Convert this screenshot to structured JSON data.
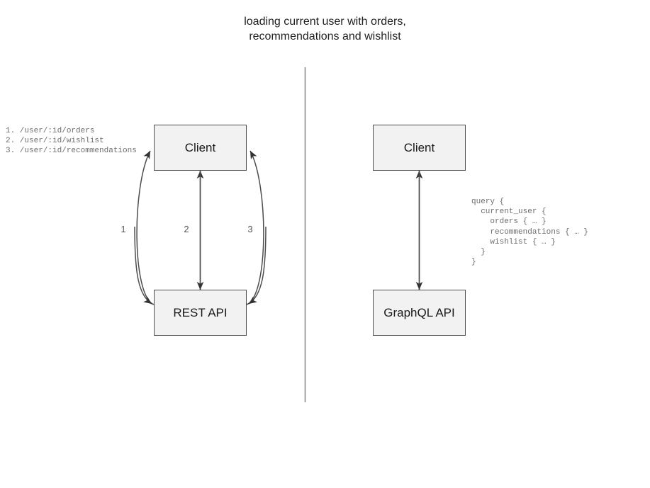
{
  "title": "loading current user with orders,\nrecommendations and wishlist",
  "divider": {
    "name": "vertical-divider",
    "color": "#8c8c8c"
  },
  "rest_side": {
    "client_label": "Client",
    "api_label": "REST API",
    "edge_labels": [
      "1",
      "2",
      "3"
    ],
    "endpoints": "1. /user/:id/orders\n2. /user/:id/wishlist\n3. /user/:id/recommendations"
  },
  "graphql_side": {
    "client_label": "Client",
    "api_label": "GraphQL API",
    "query": "query {\n  current_user {\n    orders { … }\n    recommendations { … }\n    wishlist { … }\n  }\n}"
  },
  "colors": {
    "node_fill": "#f2f2f2",
    "node_border": "#4d4d4d",
    "edge": "#4d4d4d",
    "code_text": "#6e6e6e",
    "title_text": "#1f1f1f"
  }
}
